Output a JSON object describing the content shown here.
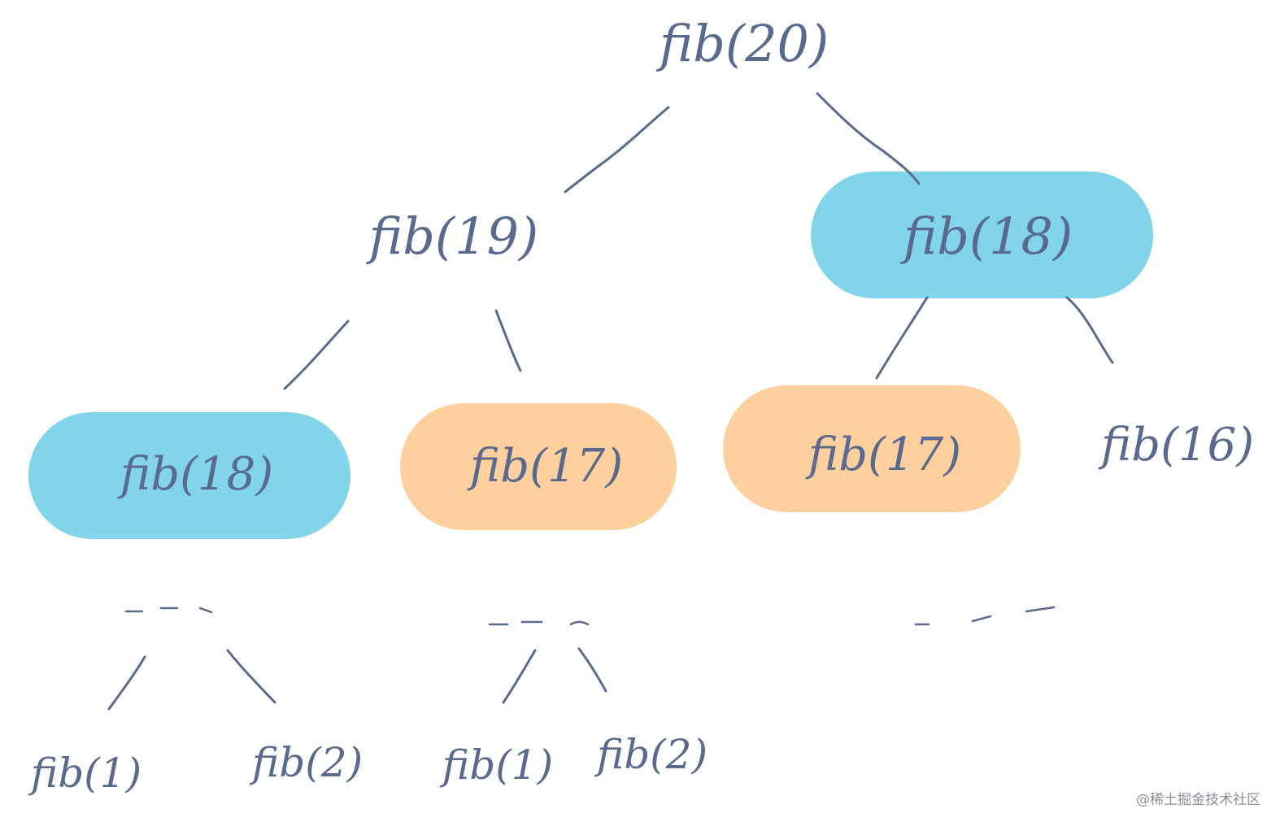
{
  "colors": {
    "highlight_blue": "#82d4ea",
    "highlight_orange": "#fdd09d",
    "ink": "#5a6a8e"
  },
  "nodes": {
    "root": "fib(20)",
    "l1_left": "fib(19)",
    "l1_right": "fib(18)",
    "l2_a": "fib(18)",
    "l2_b": "fib(17)",
    "l2_c": "fib(17)",
    "l2_d": "fib(16)",
    "l4_a": "fib(1)",
    "l4_b": "fib(2)",
    "l4_c": "fib(1)",
    "l4_d": "fib(2)"
  },
  "ellipsis": "- - -",
  "watermark": "@稀土掘金技术社区"
}
